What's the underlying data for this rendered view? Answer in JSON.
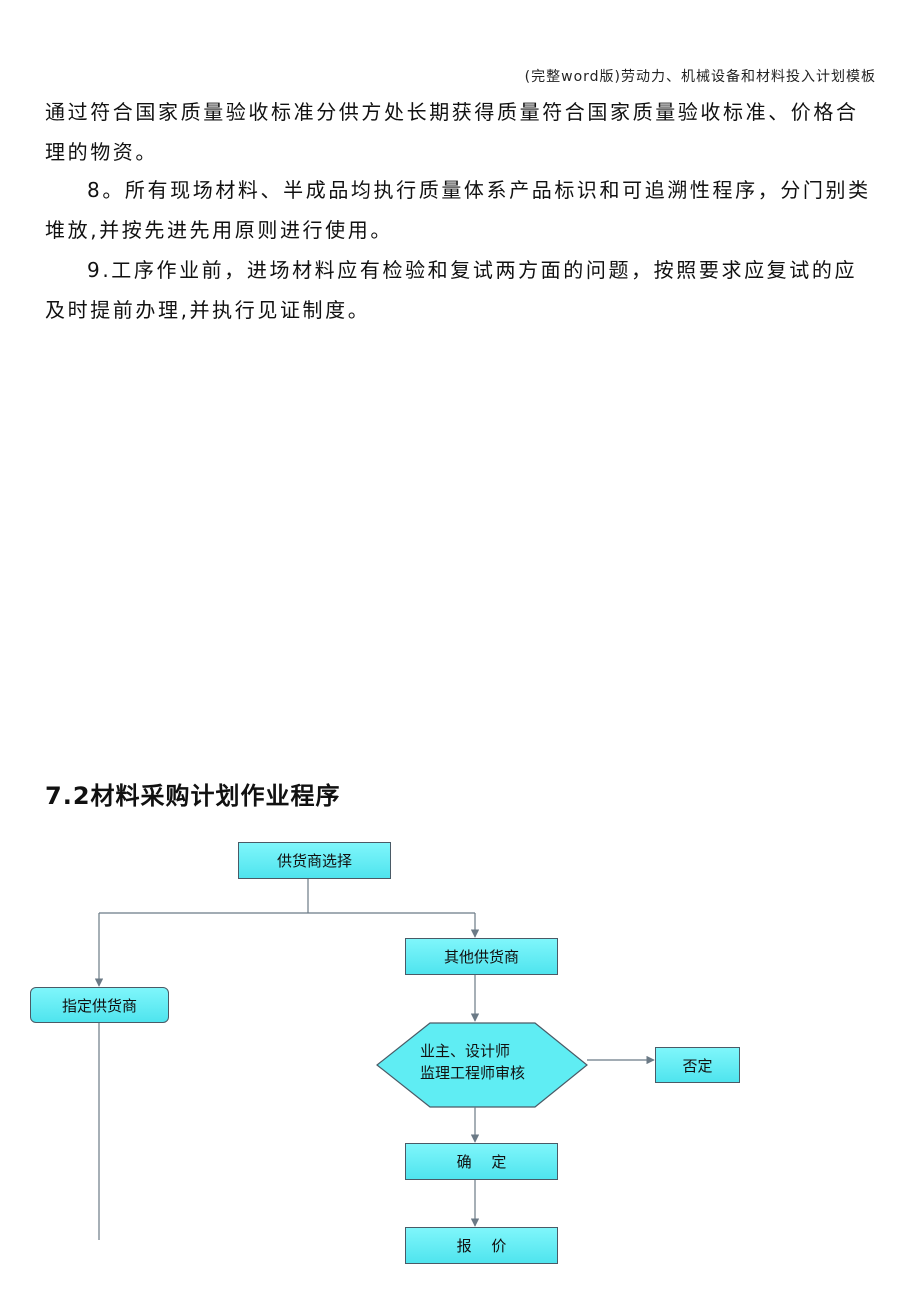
{
  "header": {
    "title": "(完整word版)劳动力、机械设备和材料投入计划模板"
  },
  "paragraphs": [
    "通过符合国家质量验收标准分供方处长期获得质量符合国家质量验收标准、价格合理的物资。",
    "8。所有现场材料、半成品均执行质量体系产品标识和可追溯性程序，分门别类堆放,并按先进先用原则进行使用。",
    "9.工序作业前，进场材料应有检验和复试两方面的问题，按照要求应复试的应及时提前办理,并执行见证制度。"
  ],
  "section": {
    "title": "7.2材料采购计划作业程序"
  },
  "flowchart": {
    "supplier_select": "供货商选择",
    "other_supplier": "其他供货商",
    "designated_supplier": "指定供货商",
    "review_line1": "业主、设计师",
    "review_line2": "监理工程师审核",
    "reject": "否定",
    "confirm": "确　 定",
    "quote": "报　 价"
  }
}
